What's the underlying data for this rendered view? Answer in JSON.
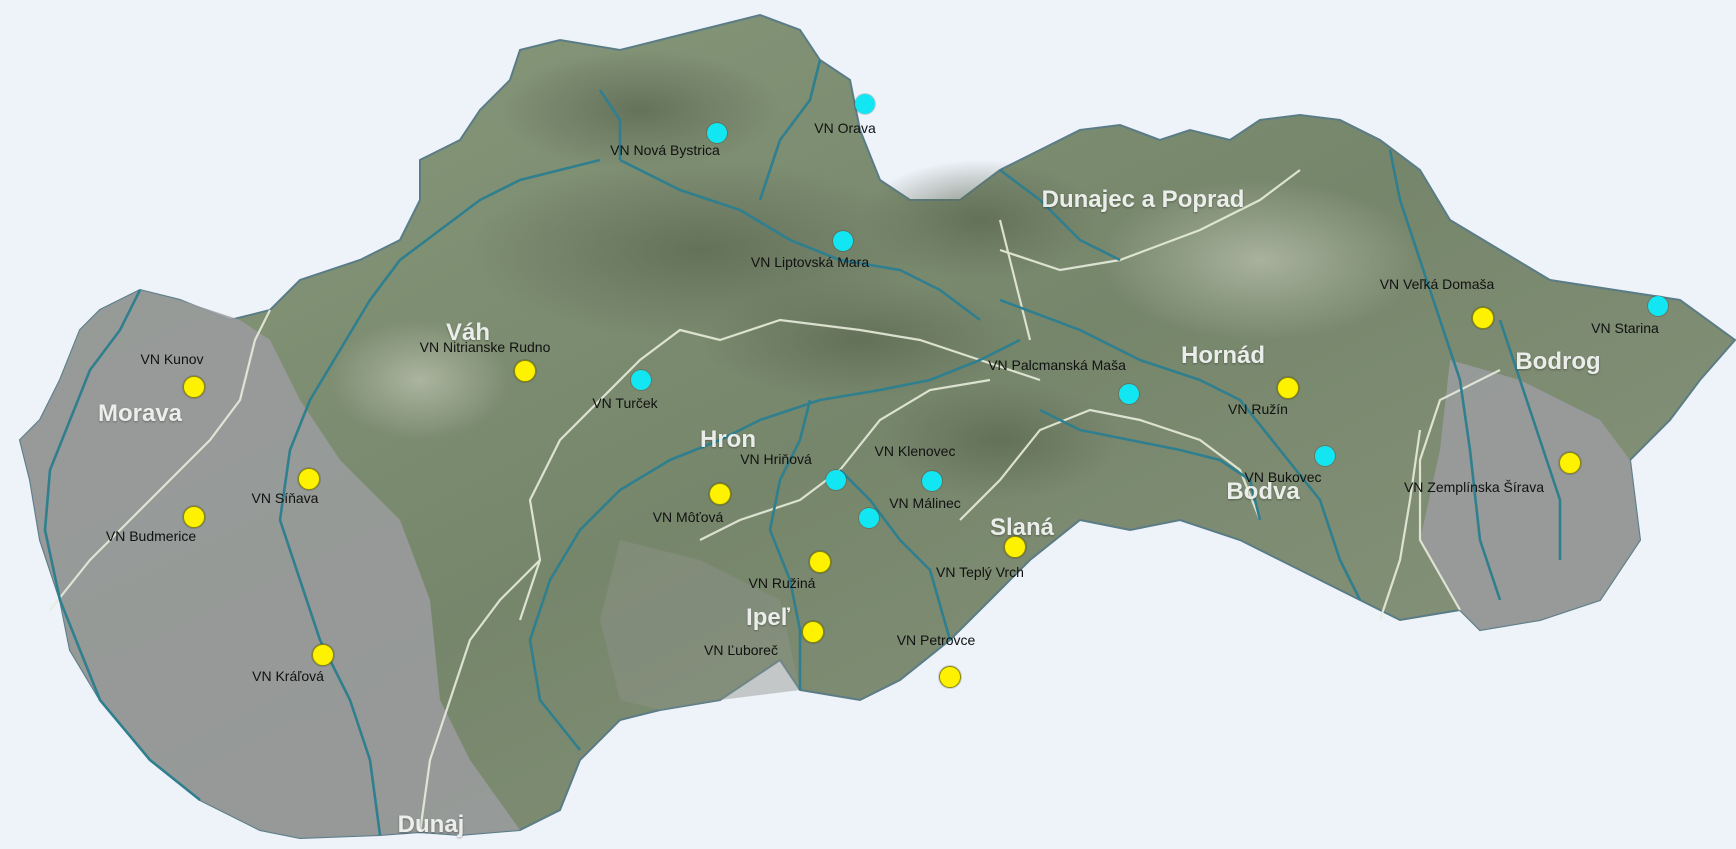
{
  "colors": {
    "background": "#eef2f9",
    "terrain": "#7e8c72",
    "lowland": "#9b9c9f",
    "river": "#2f7f8f",
    "divide": "#e8ecdc",
    "marker_cyan": "#12e6f2",
    "marker_yellow": "#fff200"
  },
  "regions": {
    "morava": "Morava",
    "vah": "Váh",
    "dunaj": "Dunaj",
    "hron": "Hron",
    "ipel": "Ipeľ",
    "slana": "Slaná",
    "bodva": "Bodva",
    "hornad": "Hornád",
    "dunajec": "Dunajec a Poprad",
    "bodrog": "Bodrog"
  },
  "reservoirs": {
    "orava": {
      "name": "VN Orava",
      "marker": "cyan"
    },
    "nova_bystrica": {
      "name": "VN Nová Bystrica",
      "marker": "cyan"
    },
    "liptovska_mara": {
      "name": "VN Liptovská Mara",
      "marker": "cyan"
    },
    "turcek": {
      "name": "VN Turček",
      "marker": "cyan"
    },
    "hrinova": {
      "name": "VN Hriňová",
      "marker": "cyan"
    },
    "klenovec": {
      "name": "VN Klenovec",
      "marker": "cyan"
    },
    "malinec": {
      "name": "VN Málinec",
      "marker": "cyan"
    },
    "palcmanska_masa": {
      "name": "VN Palcmanská Maša",
      "marker": "cyan"
    },
    "bukovec": {
      "name": "VN Bukovec",
      "marker": "cyan"
    },
    "starina": {
      "name": "VN Starina",
      "marker": "cyan"
    },
    "kunov": {
      "name": "VN Kunov",
      "marker": "yellow"
    },
    "budmerice": {
      "name": "VN Budmerice",
      "marker": "yellow"
    },
    "sinava": {
      "name": "VN Síňava",
      "marker": "yellow"
    },
    "kralova": {
      "name": "VN Kráľová",
      "marker": "yellow"
    },
    "nitrianske_rudno": {
      "name": "VN Nitrianske Rudno",
      "marker": "yellow"
    },
    "motova": {
      "name": "VN Môťová",
      "marker": "yellow"
    },
    "ruzina": {
      "name": "VN Ružiná",
      "marker": "yellow"
    },
    "luborec": {
      "name": "VN Ľuboreč",
      "marker": "yellow"
    },
    "petrovce": {
      "name": "VN Petrovce",
      "marker": "yellow"
    },
    "teply_vrch": {
      "name": "VN Teplý Vrch",
      "marker": "yellow"
    },
    "ruzin": {
      "name": "VN Ružín",
      "marker": "yellow"
    },
    "velka_domasa": {
      "name": "VN Veľká Domaša",
      "marker": "yellow"
    },
    "zemplinska_sirava": {
      "name": "VN Zemplínska Šírava",
      "marker": "yellow"
    }
  }
}
